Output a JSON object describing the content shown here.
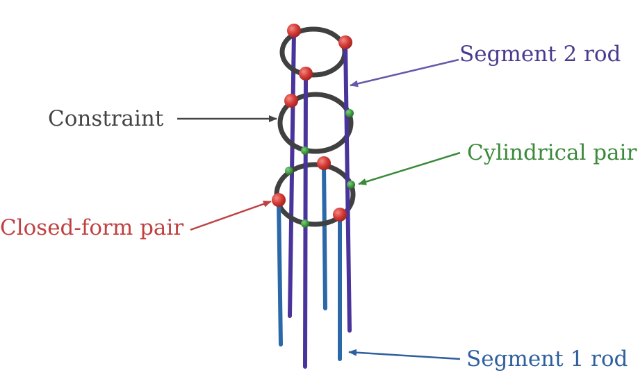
{
  "labels": {
    "segment2": "Segment 2 rod",
    "constraint": "Constraint",
    "cylindrical": "Cylindrical pair",
    "closed_form": "Closed-form pair",
    "segment1": "Segment 1 rod"
  },
  "legend_items": [
    {
      "key": "segment2",
      "icon": "arrow-icon",
      "color": "#6858a8"
    },
    {
      "key": "constraint",
      "icon": "arrow-icon",
      "color": "#444444"
    },
    {
      "key": "cylindrical",
      "icon": "arrow-icon",
      "color": "#3a8a3a"
    },
    {
      "key": "closed_form",
      "icon": "arrow-icon",
      "color": "#c04040"
    },
    {
      "key": "segment1",
      "icon": "arrow-icon",
      "color": "#2e5f9e"
    }
  ],
  "colors": {
    "segment2_rod": "#48349a",
    "segment1_rod": "#2a68a8",
    "constraint_ring": "#404040",
    "closed_form_joint": "#d63a36",
    "cylindrical_joint": "#3f9a3f",
    "label_segment2": "#4a3a8e",
    "label_constraint": "#444444",
    "label_cylindrical": "#3a8a3a",
    "label_closed_form": "#c04040",
    "label_segment1": "#2e5f9e"
  }
}
